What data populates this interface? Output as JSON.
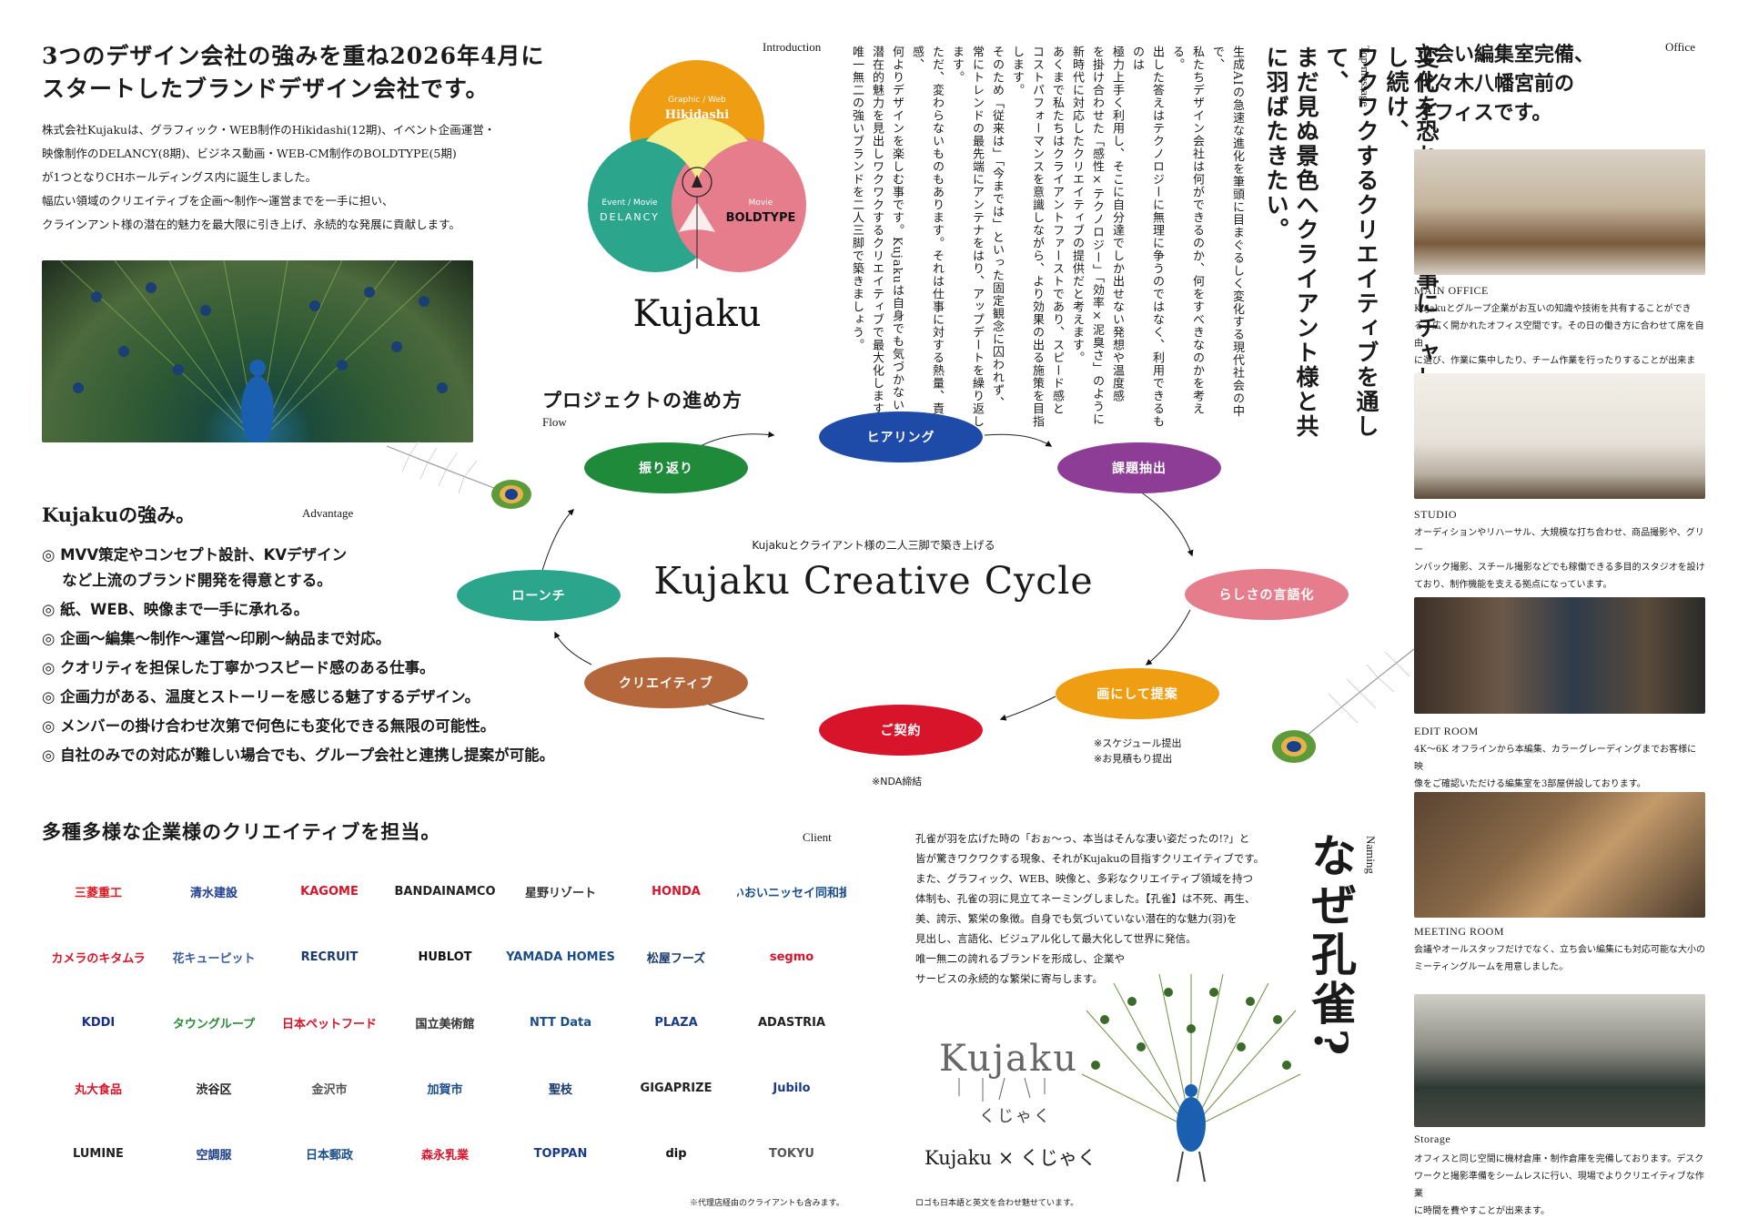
{
  "intro": {
    "heading_line1": "3つのデザイン会社の強みを重ね2026年4月に",
    "heading_line2": "スタートしたブランドデザイン会社です。",
    "para": [
      "株式会社Kujakuは、グラフィック・WEB制作のHikidashi(12期)、イベント企画運営・",
      "映像制作のDELANCY(8期)、ビジネス動画・WEB-CM制作のBOLDTYPE(5期)",
      "が1つとなりCHホールディングス内に誕生しました。",
      "幅広い領域のクリエイティブを企画〜制作〜運営までを一手に担い、",
      "クラインアント様の潜在的魅力を最大限に引き上げ、永続的な発展に貢献します。"
    ]
  },
  "venn": {
    "label": "Introduction",
    "top_en": "Graphic / Web",
    "top_name": "Hikidashi",
    "left_en": "Event / Movie",
    "left_name": "DELANCY",
    "right_en": "Movie",
    "right_name": "BOLDTYPE",
    "brand": "Kujaku",
    "colors": {
      "top": "#ef9d12",
      "left": "#2ba58c",
      "right": "#e57d8c",
      "center": "#f6ee8c"
    }
  },
  "message": {
    "label": "Top message",
    "heading": [
      "変化を恐れず新しい事にチャレンジし続け、",
      "ワクワクするクリエイティブを通して、",
      "まだ見ぬ景色へクライアント様と共に羽ばたきたい。"
    ],
    "body": [
      "生成AIの急速な進化を筆頭に目まぐるしく変化する現代社会の中で、",
      "私たちデザイン会社は何ができるのか、何をすべきなのかを考える。",
      "出した答えはテクノロジーに無理に争うのではなく、利用できるものは",
      "極力上手く利用し、そこに自分達でしか出せない発想や温度感",
      "を掛け合わせた「感性×テクノロジー」「効率×泥臭さ」のように",
      "新時代に対応したクリエイティブの提供だと考えます。",
      "あくまで私たちはクライアントファーストであり、スピード感と",
      "コストパフォーマンスを意識しながら、より効果の出る施策を目指します。",
      "そのため「従来は」「今までは」といった固定観念に囚われず、",
      "常にトレンドの最先端にアンテナをはり、アップデートを繰り返します。",
      "ただ、変わらないものもあります。それは仕事に対する熱量、責任感、",
      "何よりデザインを楽しむ事です。Kujakuは自身でも気づかない",
      "潜在的魅力を見出しワクワクするクリエイティブで最大化します。",
      "唯一無二の強いブランドを二人三脚で築きましょう。"
    ]
  },
  "flow": {
    "heading": "プロジェクトの進め方",
    "label": "Flow",
    "subtitle": "Kujakuとクライアント様の二人三脚で築き上げる",
    "title": "Kujaku Creative Cycle",
    "nodes": [
      {
        "label": "ヒアリング",
        "color": "#1e4aa8"
      },
      {
        "label": "課題抽出",
        "color": "#8e3d97"
      },
      {
        "label": "らしさの言語化",
        "color": "#e57d8c"
      },
      {
        "label": "画にして提案",
        "color": "#ef9d12"
      },
      {
        "label": "ご契約",
        "color": "#d7142a"
      },
      {
        "label": "クリエイティブ",
        "color": "#b5673c"
      },
      {
        "label": "ローンチ",
        "color": "#2ba58c"
      },
      {
        "label": "振り返り",
        "color": "#1f8a3a"
      }
    ],
    "note_proposal": [
      "※スケジュール提出",
      "※お見積もり提出"
    ],
    "note_contract": "※NDA締結"
  },
  "advantage": {
    "heading": "Kujakuの強み。",
    "label": "Advantage",
    "items": [
      "◎ MVV策定やコンセプト設計、KVデザイン",
      "　 など上流のブランド開発を得意とする。",
      "◎ 紙、WEB、映像まで一手に承れる。",
      "◎ 企画〜編集〜制作〜運営〜印刷〜納品まで対応。",
      "◎ クオリティを担保した丁寧かつスピード感のある仕事。",
      "◎ 企画力がある、温度とストーリーを感じる魅了するデザイン。",
      "◎ メンバーの掛け合わせ次第で何色にも変化できる無限の可能性。",
      "◎ 自社のみでの対応が難しい場合でも、グループ会社と連携し提案が可能。"
    ]
  },
  "clients": {
    "heading": "多種多様な企業様のクリエイティブを担当。",
    "label": "Client",
    "note": "※代理店経由のクライアントも含みます。",
    "logos": [
      {
        "text": "三菱重工",
        "color": "#d71921"
      },
      {
        "text": "清水建設",
        "color": "#1d3d8f"
      },
      {
        "text": "KAGOME",
        "color": "#d7142a"
      },
      {
        "text": "BANDAINAMCO",
        "color": "#222222"
      },
      {
        "text": "星野リゾート",
        "color": "#333333"
      },
      {
        "text": "HONDA",
        "color": "#d7142a"
      },
      {
        "text": "あいおいニッセイ同和損保",
        "color": "#1a4d8a"
      },
      {
        "text": "カメラのキタムラ",
        "color": "#d7142a"
      },
      {
        "text": "花キューピット",
        "color": "#3a5ba0"
      },
      {
        "text": "RECRUIT",
        "color": "#1a3a6b"
      },
      {
        "text": "HUBLOT",
        "color": "#111111"
      },
      {
        "text": "YAMADA HOMES",
        "color": "#1a4d8a"
      },
      {
        "text": "松屋フーズ",
        "color": "#1a3a6b"
      },
      {
        "text": "segmo",
        "color": "#d7142a"
      },
      {
        "text": "KDDI",
        "color": "#1a2f8a"
      },
      {
        "text": "タウングループ",
        "color": "#2a8a3a"
      },
      {
        "text": "日本ペットフード",
        "color": "#d7142a"
      },
      {
        "text": "国立美術館",
        "color": "#333333"
      },
      {
        "text": "NTT Data",
        "color": "#1a4d8a"
      },
      {
        "text": "PLAZA",
        "color": "#1a3a8a"
      },
      {
        "text": "ADASTRIA",
        "color": "#222222"
      },
      {
        "text": "丸大食品",
        "color": "#d7142a"
      },
      {
        "text": "渋谷区",
        "color": "#222222"
      },
      {
        "text": "金沢市",
        "color": "#555555"
      },
      {
        "text": "加賀市",
        "color": "#1a4d8a"
      },
      {
        "text": "聖枝",
        "color": "#1a3a6b"
      },
      {
        "text": "GIGAPRIZE",
        "color": "#222222"
      },
      {
        "text": "Jubilo",
        "color": "#1a3a8a"
      },
      {
        "text": "LUMINE",
        "color": "#222222"
      },
      {
        "text": "空調服",
        "color": "#1a3a8a"
      },
      {
        "text": "日本郵政",
        "color": "#1a4d8a"
      },
      {
        "text": "森永乳業",
        "color": "#d7142a"
      },
      {
        "text": "TOPPAN",
        "color": "#1a3a8a"
      },
      {
        "text": "dip",
        "color": "#111111"
      },
      {
        "text": "TOKYU",
        "color": "#555555"
      }
    ]
  },
  "naming": {
    "label": "Naming",
    "heading": "なぜ孔雀?",
    "body": [
      "孔雀が羽を広げた時の「おぉ〜っ、本当はそんな凄い姿だったの!?」と",
      "皆が驚きワクワクする現象、それがKujakuの目指すクリエイティブです。",
      "また、グラフィック、WEB、映像と、多彩なクリエイティブ領域を持つ",
      "体制も、孔雀の羽に見立てネーミングしました。【孔雀】は不死、再生、",
      "美、誇示、繁栄の象徴。自身でも気づいていない潜在的な魅力(羽)を",
      "見出し、言語化、ビジュアル化して最大化して世界に発信。",
      "唯一無二の誇れるブランドを形成し、企業や",
      "サービスの永続的な繁栄に寄与します。"
    ],
    "logo_en": "Kujaku",
    "logo_jp": "くじゃく",
    "logo_combo": "Kujaku × くじゃく",
    "logo_note": "ロゴも日本語と英文を合わせ魅せています。"
  },
  "office": {
    "heading": [
      "立会い編集室完備、",
      "代々木八幡宮前の",
      "オフィスです。"
    ],
    "label": "Office",
    "rooms": [
      {
        "name": "MAIN OFFICE",
        "desc": [
          "Kujakuとグループ企業がお互いの知識や技術を共有することができ",
          "る、広く開かれたオフィス空間です。その日の働き方に合わせて席を自由",
          "に選び、作業に集中したり、チーム作業を行ったりすることが出来ます。"
        ]
      },
      {
        "name": "STUDIO",
        "desc": [
          "オーディションやリハーサル、大規模な打ち合わせ、商品撮影や、グリー",
          "ンバック撮影、スチール撮影などでも稼働できる多目的スタジオを設け",
          "ており、制作機能を支える拠点になっています。"
        ]
      },
      {
        "name": "EDIT ROOM",
        "desc": [
          "4K〜6K オフラインから本編集、カラーグレーディングまでお客様に映",
          "像をご確認いただける編集室を3部屋併設しております。"
        ]
      },
      {
        "name": "MEETING ROOM",
        "desc": [
          "会議やオールスタッフだけでなく、立ち会い編集にも対応可能な大小の",
          "ミーティングルームを用意しました。"
        ]
      },
      {
        "name": "Storage",
        "desc": [
          "オフィスと同じ空間に機材倉庫・制作倉庫を完備しております。デスク",
          "ワークと撮影準備をシームレスに行い、現場でよりクリエイティブな作業",
          "に時間を費やすことが出来ます。"
        ]
      }
    ]
  }
}
